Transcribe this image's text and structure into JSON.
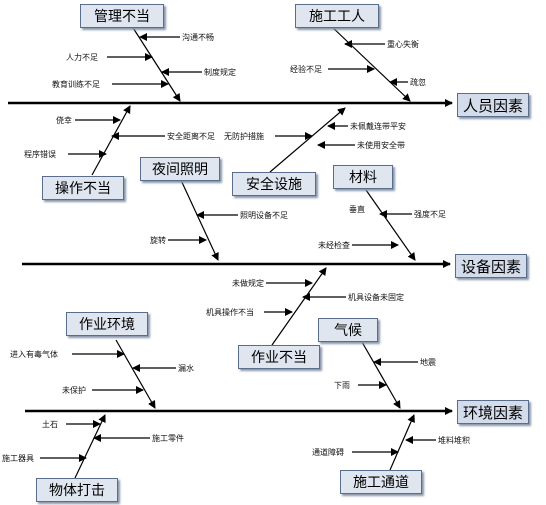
{
  "effects": {
    "personnel": "人员因素",
    "equipment": "设备因素",
    "environment": "环境因素"
  },
  "categories": {
    "management": "管理不当",
    "worker": "施工工人",
    "operation": "操作不当",
    "night": "夜间照明",
    "safety": "安全设施",
    "material": "材料",
    "workenv": "作业环境",
    "misoperation": "作业不当",
    "weather": "气候",
    "falling": "物体打击",
    "passage": "施工通道"
  },
  "causes": {
    "c1": "沟通不畅",
    "c2": "人力不足",
    "c3": "制度规定",
    "c4": "教育训练不足",
    "c5": "重心失衡",
    "c6": "经验不足",
    "c7": "疏忽",
    "c8": "侥幸",
    "c9": "安全距离不足",
    "c10": "程序错误",
    "c11": "无防护措施",
    "c12": "未佩戴连带平安",
    "c13": "未使用安全带",
    "c14": "照明设备不足",
    "c15": "旋转",
    "c16": "垂直",
    "c17": "强度不足",
    "c18": "未经检查",
    "c19": "未做规定",
    "c20": "机具设备未固定",
    "c21": "机具操作不当",
    "c22": "进入有毒气体",
    "c23": "漏水",
    "c24": "未保护",
    "c25": "地震",
    "c26": "下雨",
    "c27": "土石",
    "c28": "施工零件",
    "c29": "施工器具",
    "c30": "堆料堆积",
    "c31": "通道障碍"
  }
}
